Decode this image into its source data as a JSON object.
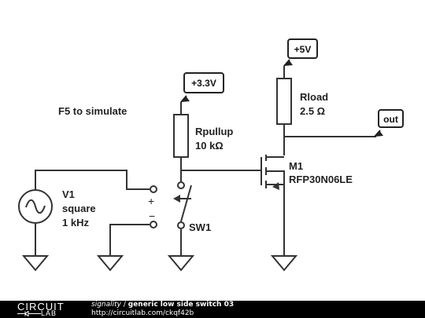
{
  "instruction": "F5 to simulate",
  "rails": {
    "vcc5": "+5V",
    "vcc33": "+3.3V"
  },
  "out_label": "out",
  "components": {
    "rload": {
      "name": "Rload",
      "value": "2.5 Ω"
    },
    "rpullup": {
      "name": "Rpullup",
      "value": "10 kΩ"
    },
    "m1": {
      "name": "M1",
      "part": "RFP30N06LE"
    },
    "v1": {
      "name": "V1",
      "shape": "square",
      "freq": "1 kHz"
    },
    "sw1": {
      "name": "SW1",
      "plus": "+",
      "minus": "−"
    }
  },
  "footer": {
    "logo_top": "CIRCUIT",
    "logo_bottom": "LAB",
    "author": "signality",
    "separator": " / ",
    "title": "generic low side switch 03",
    "url": "http://circuitlab.com/ckqf42b"
  },
  "colors": {
    "wire": "#333333",
    "tag_border": "#222222",
    "footer_bg": "#000000"
  }
}
